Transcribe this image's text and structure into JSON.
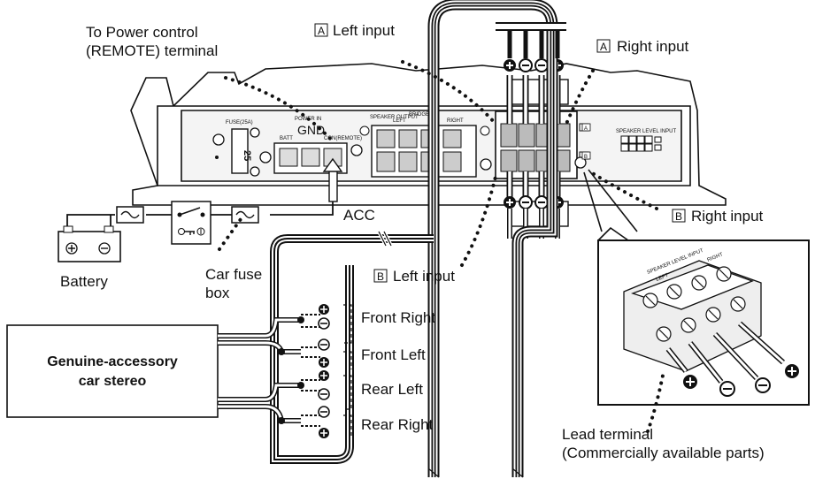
{
  "labels": {
    "power_control_l1": "To Power control",
    "power_control_l2": "(REMOTE) terminal",
    "a_left_input_box": "A",
    "a_left_input_text": "Left input",
    "a_right_input_box": "A",
    "a_right_input_text": "Right input",
    "b_right_input_box": "B",
    "b_right_input_text": "Right input",
    "b_left_input_box": "B",
    "b_left_input_text": "Left input",
    "acc": "ACC",
    "battery": "Battery",
    "car_fuse_l1": "Car fuse",
    "car_fuse_l2": "box",
    "stereo_l1": "Genuine-accessory",
    "stereo_l2": "car stereo",
    "front_right": "Front Right",
    "front_left": "Front Left",
    "rear_left": "Rear Left",
    "rear_right": "Rear Right",
    "lead_terminal_l1": "Lead terminal",
    "lead_terminal_l2": "(Commercially available parts)"
  },
  "panel": {
    "fuse_label": "FUSE(25A)",
    "fuse_value": "25",
    "power_in": "POWER IN",
    "gnd": "GND",
    "batt": "BATT",
    "con_remote": "CON(REMOTE)",
    "speaker_output": "SPEAKER OUTPUT",
    "bridged": "BRIDGED",
    "left": "LEFT",
    "right": "RIGHT",
    "speaker_level_input": "SPEAKER LEVEL INPUT",
    "box_a": "A",
    "box_b": "B"
  },
  "inset": {
    "title": "SPEAKER LEVEL INPUT",
    "left": "LEFT",
    "right": "RIGHT"
  }
}
